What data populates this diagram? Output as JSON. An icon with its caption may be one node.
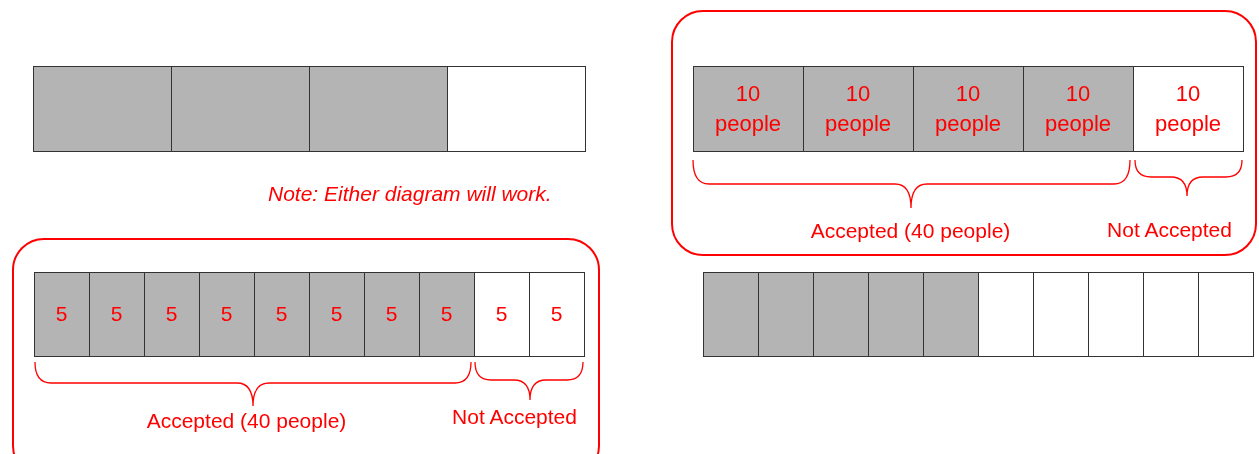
{
  "diagram": {
    "nodes": [
      {
        "text": [],
        "shape": "box"
      },
      {
        "text": [],
        "shape": "box"
      },
      {
        "text": [],
        "shape": "box"
      },
      {
        "text": [],
        "shape": "box"
      },
      {
        "text": [
          "Accepted (40 people)",
          "Not Accepted"
        ]
      },
      {
        "text": [
          "10 people"
        ],
        "in": 4
      },
      {
        "text": [
          "10 people"
        ],
        "in": 4
      },
      {
        "text": [
          "10 people"
        ],
        "in": 4
      },
      {
        "text": [
          "10 people"
        ],
        "in": 4
      },
      {
        "text": [
          "10 people"
        ],
        "in": 4
      },
      {
        "text": [
          "Accepted (40 people)",
          "Not Accepted"
        ]
      },
      {
        "text": [
          "5"
        ],
        "in": 10
      },
      {
        "text": [
          "5"
        ],
        "in": 10
      },
      {
        "text": [
          "5"
        ],
        "in": 10
      },
      {
        "text": [
          "5"
        ],
        "in": 10
      },
      {
        "text": [
          "5"
        ],
        "in": 10
      },
      {
        "text": [
          "5"
        ],
        "in": 10
      },
      {
        "text": [
          "5"
        ],
        "in": 10
      },
      {
        "text": [
          "5"
        ],
        "in": 10
      },
      {
        "text": [
          "5"
        ],
        "in": 10
      },
      {
        "text": [
          "5"
        ],
        "in": 10
      },
      {
        "text": [],
        "shape": "box"
      },
      {
        "text": [],
        "shape": "box"
      },
      {
        "text": [],
        "shape": "box"
      },
      {
        "text": [],
        "shape": "box"
      },
      {
        "text": [],
        "shape": "box"
      },
      {
        "text": [],
        "shape": "box"
      },
      {
        "text": [],
        "shape": "box"
      },
      {
        "text": [],
        "shape": "box"
      },
      {
        "text": [],
        "shape": "box"
      },
      {
        "text": [],
        "shape": "box"
      }
    ],
    "labels": [
      "Note: Either diagram will work."
    ]
  }
}
